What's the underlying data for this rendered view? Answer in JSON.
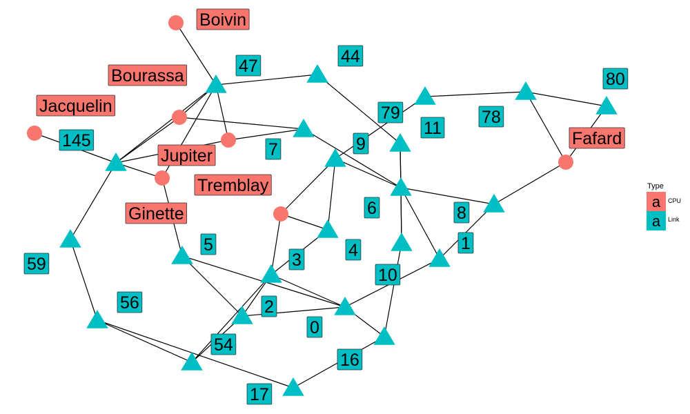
{
  "colors": {
    "cpu": "#F8766D",
    "link": "#00BFC4"
  },
  "nodes": [
    {
      "id": "boivin",
      "label": "Boivin",
      "type": "cpu"
    },
    {
      "id": "bourassa",
      "label": "Bourassa",
      "type": "cpu"
    },
    {
      "id": "jacquelin",
      "label": "Jacquelin",
      "type": "cpu"
    },
    {
      "id": "jupiter",
      "label": "Jupiter",
      "type": "cpu"
    },
    {
      "id": "ginette",
      "label": "Ginette",
      "type": "cpu"
    },
    {
      "id": "tremblay",
      "label": "Tremblay",
      "type": "cpu"
    },
    {
      "id": "fafard",
      "label": "Fafard",
      "type": "cpu"
    },
    {
      "id": "n47",
      "label": "47",
      "type": "link"
    },
    {
      "id": "n44",
      "label": "44",
      "type": "link"
    },
    {
      "id": "n145",
      "label": "145",
      "type": "link"
    },
    {
      "id": "n79",
      "label": "79",
      "type": "link"
    },
    {
      "id": "n78",
      "label": "78",
      "type": "link"
    },
    {
      "id": "n80",
      "label": "80",
      "type": "link"
    },
    {
      "id": "n11",
      "label": "11",
      "type": "link"
    },
    {
      "id": "n7",
      "label": "7",
      "type": "link"
    },
    {
      "id": "n9",
      "label": "9",
      "type": "link"
    },
    {
      "id": "n6",
      "label": "6",
      "type": "link"
    },
    {
      "id": "n8",
      "label": "8",
      "type": "link"
    },
    {
      "id": "n1",
      "label": "1",
      "type": "link"
    },
    {
      "id": "n5",
      "label": "5",
      "type": "link"
    },
    {
      "id": "n4",
      "label": "4",
      "type": "link"
    },
    {
      "id": "n3",
      "label": "3",
      "type": "link"
    },
    {
      "id": "n10",
      "label": "10",
      "type": "link"
    },
    {
      "id": "n59",
      "label": "59",
      "type": "link"
    },
    {
      "id": "n56",
      "label": "56",
      "type": "link"
    },
    {
      "id": "n2",
      "label": "2",
      "type": "link"
    },
    {
      "id": "n0",
      "label": "0",
      "type": "link"
    },
    {
      "id": "n54",
      "label": "54",
      "type": "link"
    },
    {
      "id": "n16",
      "label": "16",
      "type": "link"
    },
    {
      "id": "n17",
      "label": "17",
      "type": "link"
    }
  ],
  "edges": [
    [
      "boivin",
      "n47"
    ],
    [
      "n47",
      "n44"
    ],
    [
      "n47",
      "bourassa"
    ],
    [
      "n47",
      "jupiter"
    ],
    [
      "n47",
      "n145"
    ],
    [
      "n47",
      "ginette"
    ],
    [
      "n44",
      "n11"
    ],
    [
      "bourassa",
      "n7"
    ],
    [
      "bourassa",
      "n145"
    ],
    [
      "jacquelin",
      "n145"
    ],
    [
      "jupiter",
      "n7"
    ],
    [
      "jupiter",
      "n145"
    ],
    [
      "n7",
      "n6"
    ],
    [
      "ginette",
      "n145"
    ],
    [
      "ginette",
      "n5"
    ],
    [
      "n145",
      "n59"
    ],
    [
      "n59",
      "n56"
    ],
    [
      "n56",
      "n17"
    ],
    [
      "tremblay",
      "n9"
    ],
    [
      "tremblay",
      "n4"
    ],
    [
      "tremblay",
      "n3"
    ],
    [
      "n9",
      "n6"
    ],
    [
      "n9",
      "n4"
    ],
    [
      "n9",
      "n79"
    ],
    [
      "n79",
      "n78"
    ],
    [
      "n78",
      "n80"
    ],
    [
      "n78",
      "fafard"
    ],
    [
      "fafard",
      "n80"
    ],
    [
      "fafard",
      "n8"
    ],
    [
      "n11",
      "n6"
    ],
    [
      "n11",
      "n10"
    ],
    [
      "n6",
      "n8"
    ],
    [
      "n6",
      "n1"
    ],
    [
      "n6",
      "n10"
    ],
    [
      "n8",
      "n1"
    ],
    [
      "n1",
      "n0"
    ],
    [
      "n10",
      "n16"
    ],
    [
      "n5",
      "n0"
    ],
    [
      "n5",
      "n2"
    ],
    [
      "n3",
      "n4"
    ],
    [
      "n3",
      "n2"
    ],
    [
      "n3",
      "n0"
    ],
    [
      "n3",
      "n54"
    ],
    [
      "n2",
      "n0"
    ],
    [
      "n0",
      "n16"
    ],
    [
      "n54",
      "n2"
    ],
    [
      "n54",
      "n56"
    ],
    [
      "n16",
      "n17"
    ]
  ],
  "legend": {
    "title": "Type",
    "key_glyph": "a",
    "items": [
      {
        "label": "CPU",
        "type": "cpu"
      },
      {
        "label": "Link",
        "type": "link"
      }
    ]
  }
}
